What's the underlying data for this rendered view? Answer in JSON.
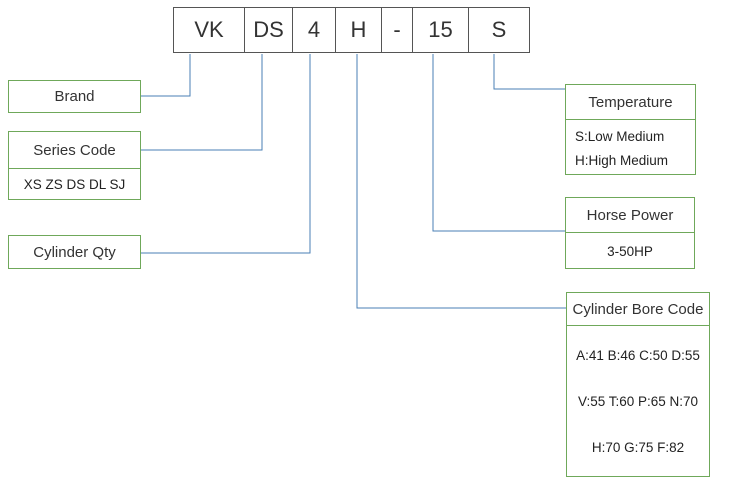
{
  "code": {
    "segments": [
      "VK",
      "DS",
      "4",
      "H",
      "-",
      "15",
      "S"
    ]
  },
  "brand": {
    "title": "Brand"
  },
  "series": {
    "title": "Series Code",
    "values": "XS ZS DS DL SJ"
  },
  "cylinder_qty": {
    "title": "Cylinder Qty"
  },
  "temperature": {
    "title": "Temperature",
    "low": "S:Low Medium",
    "high": "H:High Medium"
  },
  "horse_power": {
    "title": "Horse Power",
    "range": "3-50HP"
  },
  "bore": {
    "title": "Cylinder Bore Code",
    "line1": "A:41 B:46 C:50 D:55",
    "line2": "V:55 T:60 P:65 N:70",
    "line3": "H:70 G:75 F:82"
  },
  "colors": {
    "connector": "#4a7fb5",
    "box_border": "#6fa85a",
    "code_border": "#555555"
  }
}
